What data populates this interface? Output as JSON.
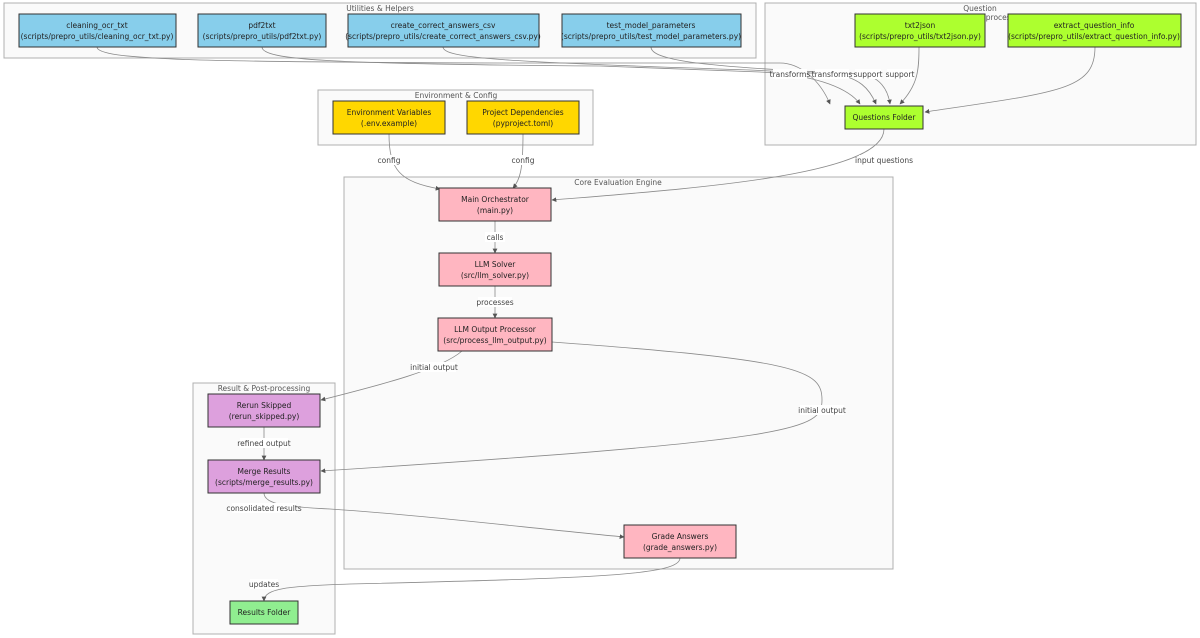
{
  "clusters": {
    "utilities": {
      "label": "Utilities & Helpers"
    },
    "question": {
      "label": "Question",
      "extra_label": "processing"
    },
    "environment": {
      "label": "Environment & Config"
    },
    "core": {
      "label": "Core Evaluation Engine"
    },
    "results": {
      "label": "Result & Post-processing"
    }
  },
  "nodes": {
    "cleaning_ocr": {
      "title": "cleaning_ocr_txt",
      "subtitle": "(scripts/prepro_utils/cleaning_ocr_txt.py)",
      "color": "#87ceeb"
    },
    "pdf2txt": {
      "title": "pdf2txt",
      "subtitle": "(scripts/prepro_utils/pdf2txt.py)",
      "color": "#87ceeb"
    },
    "create_csv": {
      "title": "create_correct_answers_csv",
      "subtitle": "(scripts/prepro_utils/create_correct_answers_csv.py)",
      "color": "#87ceeb"
    },
    "test_params": {
      "title": "test_model_parameters",
      "subtitle": "(scripts/prepro_utils/test_model_parameters.py)",
      "color": "#87ceeb"
    },
    "txt2json": {
      "title": "txt2json",
      "subtitle": "(scripts/prepro_utils/txt2json.py)",
      "color": "#adff2f"
    },
    "extract_info": {
      "title": "extract_question_info",
      "subtitle": "(scripts/prepro_utils/extract_question_info.py)",
      "color": "#adff2f"
    },
    "questions_folder": {
      "title": "Questions Folder",
      "color": "#adff2f"
    },
    "env_vars": {
      "title": "Environment Variables",
      "subtitle": "(.env.example)",
      "color": "#ffd700"
    },
    "project_deps": {
      "title": "Project Dependencies",
      "subtitle": "(pyproject.toml)",
      "color": "#ffd700"
    },
    "main": {
      "title": "Main Orchestrator",
      "subtitle": "(main.py)",
      "color": "#ffb6c1"
    },
    "llm_solver": {
      "title": "LLM Solver",
      "subtitle": "(src/llm_solver.py)",
      "color": "#ffb6c1"
    },
    "llm_output": {
      "title": "LLM Output Processor",
      "subtitle": "(src/process_llm_output.py)",
      "color": "#ffb6c1"
    },
    "grade": {
      "title": "Grade Answers",
      "subtitle": "(grade_answers.py)",
      "color": "#ffb6c1"
    },
    "rerun": {
      "title": "Rerun Skipped",
      "subtitle": "(rerun_skipped.py)",
      "color": "#dda0dd"
    },
    "merge": {
      "title": "Merge Results",
      "subtitle": "(scripts/merge_results.py)",
      "color": "#dda0dd"
    },
    "results_folder": {
      "title": "Results Folder",
      "color": "#90ee90"
    }
  },
  "edges": {
    "transforms_1": "transforms",
    "transforms_2": "transforms",
    "support_1": "support",
    "support_2": "support",
    "config_1": "config",
    "config_2": "config",
    "input_questions": "input questions",
    "calls": "calls",
    "processes": "processes",
    "initial_output_1": "initial output",
    "initial_output_2": "initial output",
    "refined_output": "refined output",
    "consolidated_results": "consolidated results",
    "updates": "updates"
  },
  "colors": {
    "utilities": "#87ceeb",
    "question": "#adff2f",
    "config": "#ffd700",
    "core": "#ffb6c1",
    "postprocessing": "#dda0dd",
    "results": "#90ee90"
  }
}
